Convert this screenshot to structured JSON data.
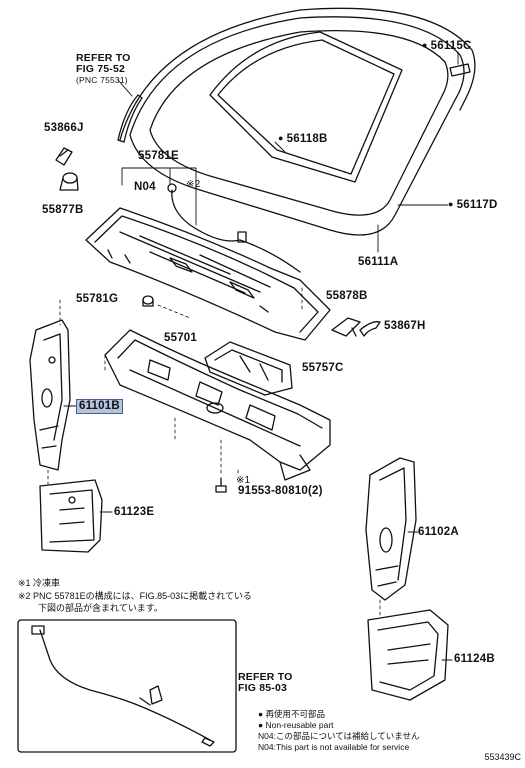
{
  "refs": {
    "top": {
      "line1": "REFER TO",
      "line2": "FIG 75-52",
      "line3": "(PNC 75531)"
    },
    "bottom": {
      "line1": "REFER TO",
      "line2": "FIG 85-03"
    }
  },
  "parts": {
    "p56115C": "56115C",
    "p53866J": "53866J",
    "p55781E": "55781E",
    "p56118B": "56118B",
    "pN04": "N04",
    "pMark2": "※2",
    "p55877B": "55877B",
    "p56117D": "56117D",
    "p56111A": "56111A",
    "p55878B": "55878B",
    "p55781G": "55781G",
    "p53867H": "53867H",
    "p55701": "55701",
    "p55757C": "55757C",
    "p61101B": "61101B",
    "pMark1": "※1",
    "p91553": "91553-80810(2)",
    "p61123E": "61123E",
    "p61102A": "61102A",
    "p61124B": "61124B"
  },
  "notes": {
    "n1": "※1 冷凍車",
    "n2a": "※2 PNC 55781Eの構成には、FIG.85-03に掲載されている",
    "n2b": "下図の部品が含まれています。"
  },
  "legend": {
    "l1": "● 再使用不可部品",
    "l2": "● Non-reusable part",
    "l3": "N04:この部品については補給していません",
    "l4": "N04:This part is not available for service"
  },
  "figure_code": "553439C"
}
